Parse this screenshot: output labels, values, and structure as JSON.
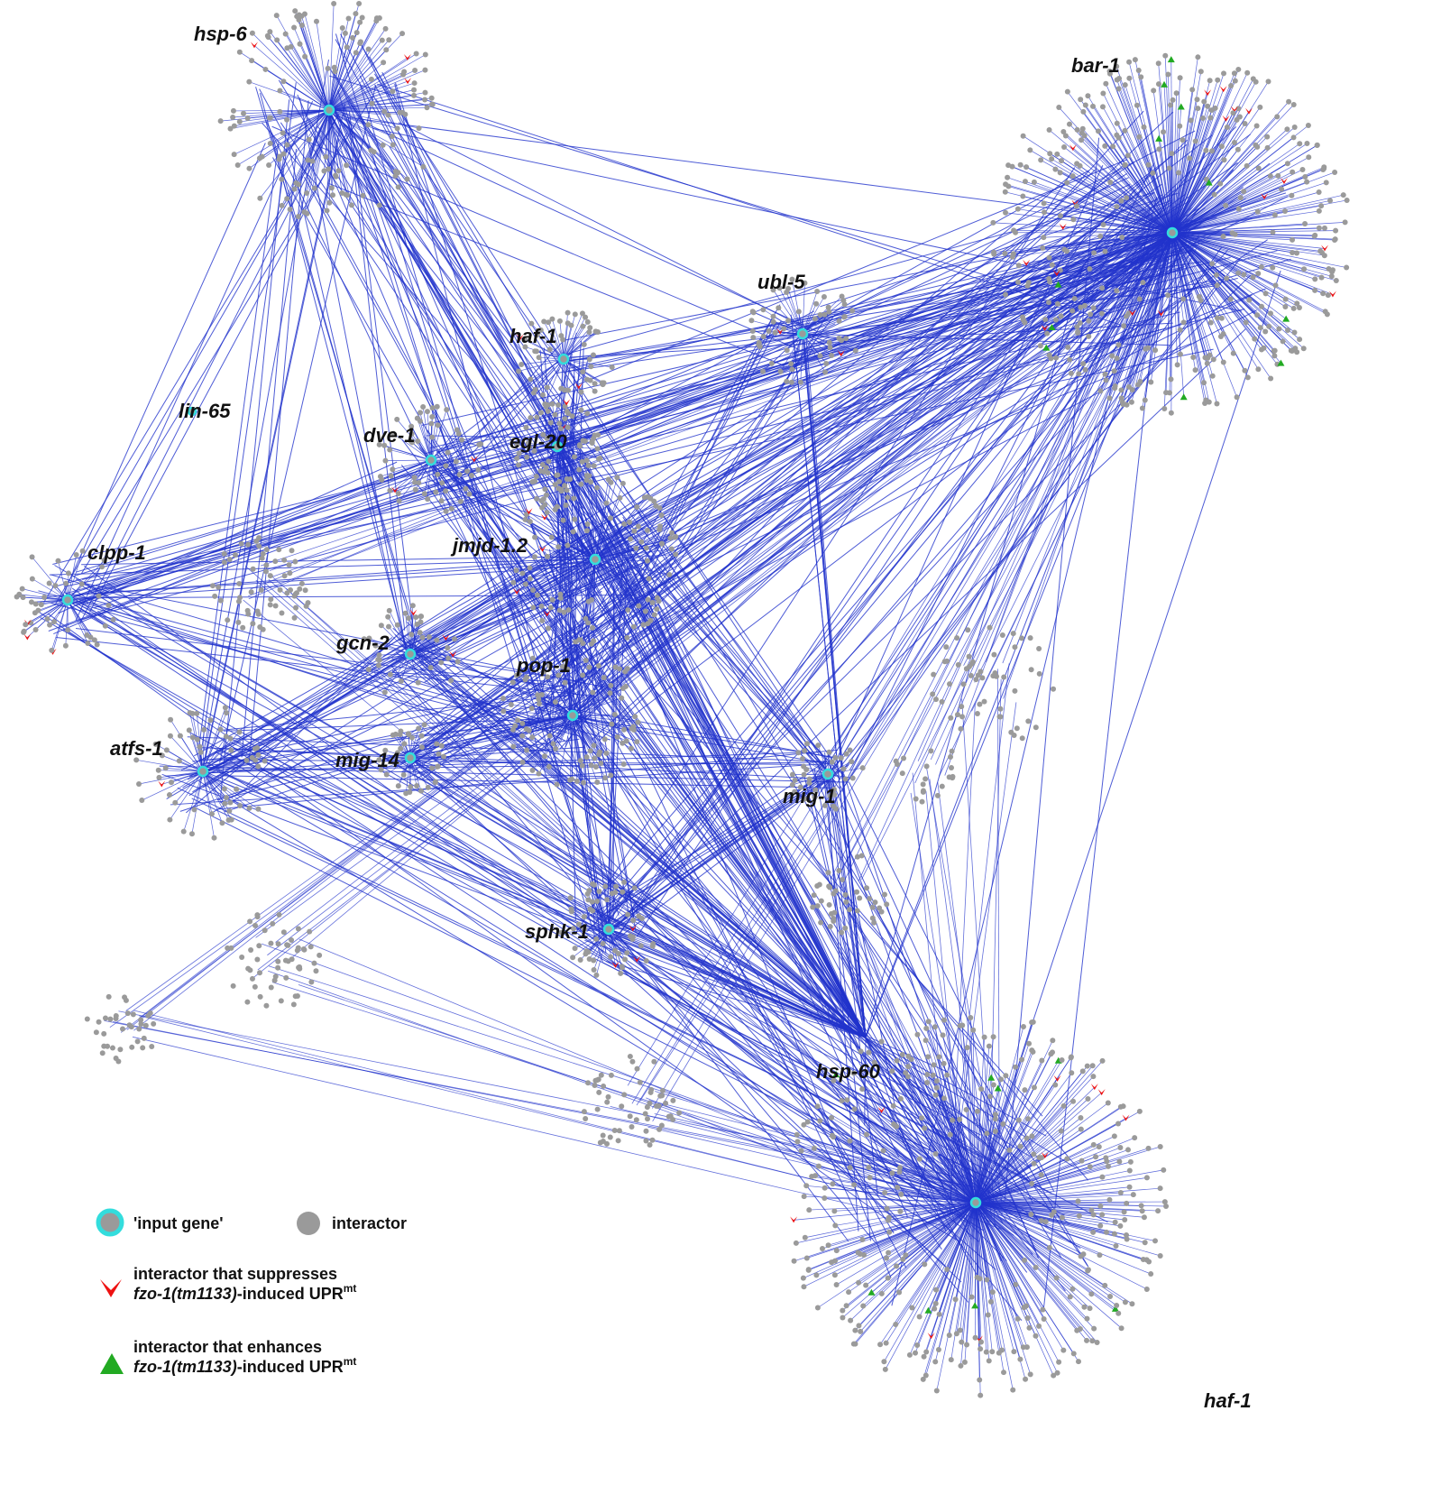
{
  "colors": {
    "edge": "#2233cc",
    "node": "#9a9a9a",
    "node_stroke": "#888888",
    "hub_ring": "#33dddd",
    "suppress": "#ee1111",
    "enhance": "#22aa22",
    "label": "#111111"
  },
  "hubs": [
    {
      "id": "hsp6",
      "label": "hsp-6",
      "satellites": 150,
      "edges_to": [
        "bar1",
        "jmjd",
        "pop1",
        "sphk1",
        "gcn2",
        "atfs1",
        "egl20",
        "mig1",
        "hsp60",
        "haf1b"
      ]
    },
    {
      "id": "bar1",
      "label": "bar-1",
      "satellites": 420,
      "edges_to": [
        "clpp1",
        "dve1",
        "egl20",
        "jmjd",
        "pop1",
        "gcn2",
        "atfs1",
        "mig14",
        "mig1",
        "sphk1",
        "hsp60",
        "haf1b",
        "ubl5",
        "haf1a"
      ]
    },
    {
      "id": "ubl5",
      "label": "ubl-5",
      "satellites": 60,
      "edges_to": [
        "bar1",
        "hsp6",
        "egl20",
        "pop1",
        "hsp60"
      ]
    },
    {
      "id": "haf1a",
      "label": "haf-1",
      "satellites": 55,
      "edges_to": [
        "egl20",
        "dve1",
        "bar1",
        "pop1"
      ]
    },
    {
      "id": "lin65",
      "label": "lin-65",
      "satellites": 0,
      "edges_to": []
    },
    {
      "id": "dve1",
      "label": "dve-1",
      "satellites": 60,
      "edges_to": [
        "clpp1",
        "bar1",
        "egl20",
        "jmjd",
        "hsp60",
        "haf1b"
      ]
    },
    {
      "id": "egl20",
      "label": "egl-20",
      "satellites": 70,
      "edges_to": [
        "clpp1",
        "bar1",
        "jmjd",
        "pop1",
        "sphk1",
        "hsp60",
        "haf1b",
        "mig1"
      ]
    },
    {
      "id": "jmjd",
      "label": "jmjd-1.2",
      "satellites": 120,
      "edges_to": [
        "clpp1",
        "bar1",
        "gcn2",
        "pop1",
        "sphk1",
        "hsp60",
        "haf1b",
        "atfs1"
      ]
    },
    {
      "id": "clpp1",
      "label": "clpp-1",
      "satellites": 45,
      "edges_to": [
        "bar1",
        "hsp6",
        "hsp60",
        "haf1b",
        "pop1",
        "sphk1"
      ]
    },
    {
      "id": "gcn2",
      "label": "gcn-2",
      "satellites": 40,
      "edges_to": [
        "bar1",
        "hsp60",
        "haf1b",
        "pop1",
        "atfs1"
      ]
    },
    {
      "id": "pop1",
      "label": "pop-1",
      "satellites": 90,
      "edges_to": [
        "bar1",
        "hsp60",
        "haf1b",
        "sphk1",
        "mig1",
        "atfs1"
      ]
    },
    {
      "id": "atfs1",
      "label": "atfs-1",
      "satellites": 60,
      "edges_to": [
        "bar1",
        "hsp60",
        "haf1b",
        "pop1",
        "mig1"
      ]
    },
    {
      "id": "mig14",
      "label": "mig-14",
      "satellites": 35,
      "edges_to": [
        "bar1",
        "hsp60",
        "haf1b",
        "pop1"
      ]
    },
    {
      "id": "mig1",
      "label": "mig-1",
      "satellites": 35,
      "edges_to": [
        "bar1",
        "hsp60",
        "haf1b",
        "sphk1"
      ]
    },
    {
      "id": "sphk1",
      "label": "sphk-1",
      "satellites": 60,
      "edges_to": [
        "bar1",
        "hsp60",
        "haf1b",
        "mig1"
      ]
    },
    {
      "id": "hsp60",
      "label": "hsp-60",
      "satellites": 0,
      "edges_to": [
        "haf1b"
      ]
    },
    {
      "id": "haf1b",
      "label": "haf-1",
      "satellites": 380,
      "edges_to": []
    }
  ],
  "legend": {
    "input_gene": "'input gene'",
    "interactor": "interactor",
    "suppress_line1": "interactor that suppresses",
    "suppress_line2_italic": "fzo-1(tm1133)",
    "suppress_line2_rest": "-induced UPR",
    "suppress_sup": "mt",
    "enhance_line1": "interactor that enhances",
    "enhance_line2_italic": "fzo-1(tm1133)",
    "enhance_line2_rest": "-induced UPR",
    "enhance_sup": "mt"
  }
}
